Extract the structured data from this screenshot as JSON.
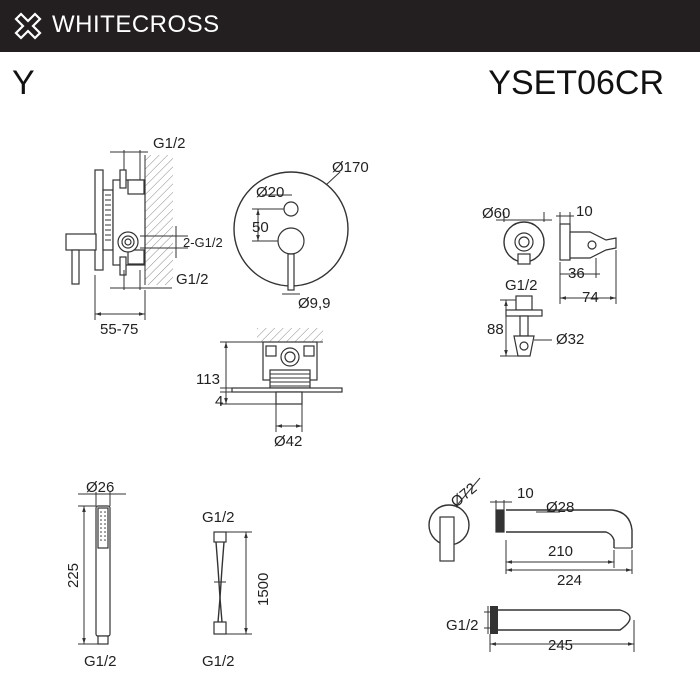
{
  "header": {
    "brand": "WHITECROSS",
    "logo_icon": "whitecross-x-icon",
    "background": "#231f20"
  },
  "series_code": "Y",
  "model_code": "YSET06CR",
  "dims": {
    "mixer_side": {
      "top_thread": "G1/2",
      "bottom_thread": "G1/2",
      "side_outlet": "2-G1/2",
      "depth": "55-75"
    },
    "mixer_front": {
      "plate_dia": "Ø170",
      "small_dia": "Ø20",
      "offset": "50",
      "lever_dia": "Ø9,9"
    },
    "mixer_body": {
      "height": "113",
      "plate_thickness": "4",
      "bottom_dia": "Ø42"
    },
    "holder": {
      "dia": "Ø60",
      "thread": "G1/2",
      "depth": "10",
      "width": "36",
      "total": "74",
      "height": "88",
      "cup_dia": "Ø32"
    },
    "hand_shower": {
      "dia": "Ø26",
      "length": "225",
      "thread": "G1/2"
    },
    "hose": {
      "top_thread": "G1/2",
      "length": "1500",
      "bottom_thread": "G1/2"
    },
    "spout": {
      "plate_dia": "Ø72",
      "flange": "10",
      "pipe_dia": "Ø28",
      "reach": "210",
      "total": "224",
      "thread": "G1/2",
      "overall": "245"
    }
  }
}
